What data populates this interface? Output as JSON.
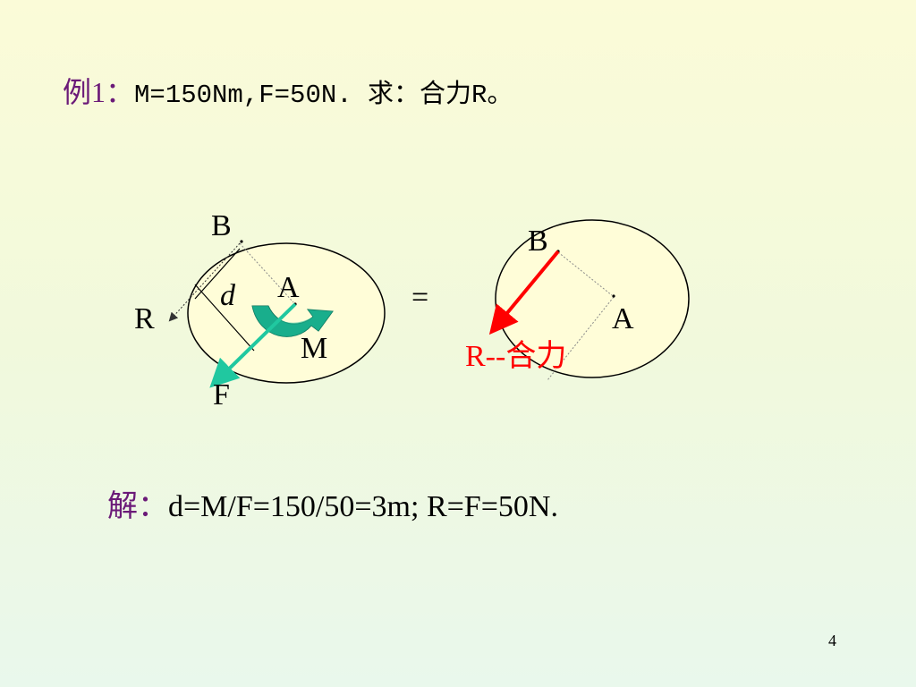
{
  "title": {
    "label": "例1：",
    "text": "M=150Nm,F=50N. 求：合力R。"
  },
  "left_figure": {
    "point_b": "B",
    "point_a": "A",
    "distance_d": "d",
    "resultant_r": "R",
    "moment_m": "M",
    "force_f": "F"
  },
  "equals_sign": "=",
  "right_figure": {
    "point_b": "B",
    "point_a": "A",
    "resultant_caption": "R--合力"
  },
  "solution": {
    "label": "解：",
    "text": "d=M/F=150/50=3m;   R=F=50N."
  },
  "page_number": "4",
  "colors": {
    "force_arrow": "#20c8a0",
    "moment_arrow": "#0fa080",
    "resultant_arrow": "#ff0000",
    "ellipse_fill": "#fffdd8",
    "label_purple": "#6b1a78"
  }
}
